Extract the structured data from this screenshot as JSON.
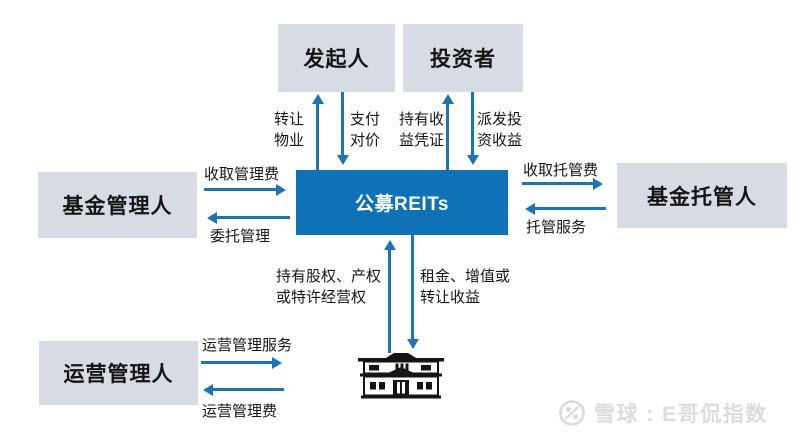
{
  "nodes": {
    "sponsor": {
      "label": "发起人"
    },
    "investor": {
      "label": "投资者"
    },
    "reits": {
      "label": "公募REITs"
    },
    "fund_manager": {
      "label": "基金管理人"
    },
    "fund_custodian": {
      "label": "基金托管人"
    },
    "operations_manager": {
      "label": "运营管理人"
    }
  },
  "flows": {
    "transfer_property": "转让\n物业",
    "pay_consideration": "支付\n对价",
    "hold_certificates": "持有收\n益凭证",
    "distribute_returns": "派发投\n资收益",
    "collect_mgmt_fee": "收取管理费",
    "entrust_mgmt": "委托管理",
    "collect_custody_fee": "收取托管费",
    "custody_service": "托管服务",
    "hold_equity": "持有股权、产权\n或特许经营权",
    "rent_income": "租金、增值或\n转让收益",
    "ops_service": "运营管理服务",
    "ops_fee": "运营管理费"
  },
  "icons": {
    "property": "building-icon",
    "logo": "xueqiu-logo-icon"
  },
  "watermark": {
    "text": "雪球 : E哥侃指数"
  },
  "colors": {
    "accent_blue_box": "#0f71b6",
    "accent_blue_arrow": "#1d73b4",
    "node_gray": "#d7dce4",
    "building_black": "#151515",
    "watermark_gray": "#dcdcdc"
  }
}
